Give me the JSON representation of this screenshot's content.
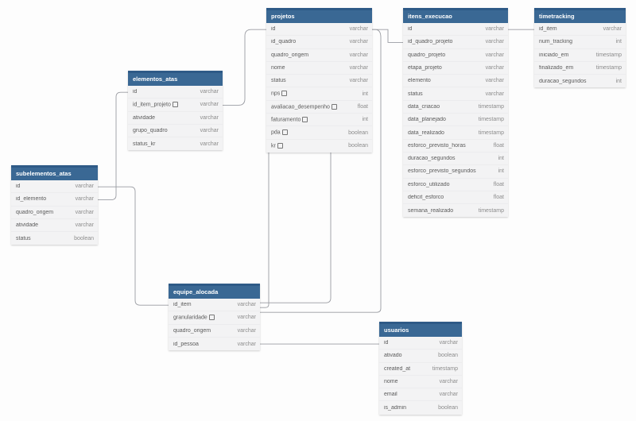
{
  "tables": [
    {
      "name": "projetos",
      "columns": [
        {
          "name": "id",
          "type": "varchar",
          "note": false
        },
        {
          "name": "id_quadro",
          "type": "varchar",
          "note": false
        },
        {
          "name": "quadro_origem",
          "type": "varchar",
          "note": false
        },
        {
          "name": "nome",
          "type": "varchar",
          "note": false
        },
        {
          "name": "status",
          "type": "varchar",
          "note": false
        },
        {
          "name": "nps",
          "type": "int",
          "note": true
        },
        {
          "name": "avaliacao_desempenho",
          "type": "float",
          "note": true
        },
        {
          "name": "faturamento",
          "type": "int",
          "note": true
        },
        {
          "name": "pda",
          "type": "boolean",
          "note": true
        },
        {
          "name": "kr",
          "type": "boolean",
          "note": true
        }
      ]
    },
    {
      "name": "itens_execucao",
      "columns": [
        {
          "name": "id",
          "type": "varchar",
          "note": false
        },
        {
          "name": "id_quadro_projeto",
          "type": "varchar",
          "note": false
        },
        {
          "name": "quadro_projeto",
          "type": "varchar",
          "note": false
        },
        {
          "name": "etapa_projeto",
          "type": "varchar",
          "note": false
        },
        {
          "name": "elemento",
          "type": "varchar",
          "note": false
        },
        {
          "name": "status",
          "type": "varchar",
          "note": false
        },
        {
          "name": "data_criacao",
          "type": "timestamp",
          "note": false
        },
        {
          "name": "data_planejado",
          "type": "timestamp",
          "note": false
        },
        {
          "name": "data_realizado",
          "type": "timestamp",
          "note": false
        },
        {
          "name": "esforco_previsto_horas",
          "type": "float",
          "note": false
        },
        {
          "name": "duracao_segundos",
          "type": "int",
          "note": false
        },
        {
          "name": "esforco_previsto_segundos",
          "type": "int",
          "note": false
        },
        {
          "name": "esforco_utilizado",
          "type": "float",
          "note": false
        },
        {
          "name": "deficit_esforco",
          "type": "float",
          "note": false
        },
        {
          "name": "semana_realizado",
          "type": "timestamp",
          "note": false
        }
      ]
    },
    {
      "name": "timetracking",
      "columns": [
        {
          "name": "id_item",
          "type": "varchar",
          "note": false
        },
        {
          "name": "num_tracking",
          "type": "int",
          "note": false
        },
        {
          "name": "iniciado_em",
          "type": "timestamp",
          "note": false
        },
        {
          "name": "finalizado_em",
          "type": "timestamp",
          "note": false
        },
        {
          "name": "duracao_segundos",
          "type": "int",
          "note": false
        }
      ]
    },
    {
      "name": "elementos_atas",
      "columns": [
        {
          "name": "id",
          "type": "varchar",
          "note": false
        },
        {
          "name": "id_item_projeto",
          "type": "varchar",
          "note": true
        },
        {
          "name": "atividade",
          "type": "varchar",
          "note": false
        },
        {
          "name": "grupo_quadro",
          "type": "varchar",
          "note": false
        },
        {
          "name": "status_kr",
          "type": "varchar",
          "note": false
        }
      ]
    },
    {
      "name": "subelementos_atas",
      "columns": [
        {
          "name": "id",
          "type": "varchar",
          "note": false
        },
        {
          "name": "id_elemento",
          "type": "varchar",
          "note": false
        },
        {
          "name": "quadro_origem",
          "type": "varchar",
          "note": false
        },
        {
          "name": "atividade",
          "type": "varchar",
          "note": false
        },
        {
          "name": "status",
          "type": "boolean",
          "note": false
        }
      ]
    },
    {
      "name": "equipe_alocada",
      "columns": [
        {
          "name": "id_item",
          "type": "varchar",
          "note": false
        },
        {
          "name": "granularidade",
          "type": "varchar",
          "note": true
        },
        {
          "name": "quadro_origem",
          "type": "varchar",
          "note": false
        },
        {
          "name": "id_pessoa",
          "type": "varchar",
          "note": false
        }
      ]
    },
    {
      "name": "usuarios",
      "columns": [
        {
          "name": "id",
          "type": "varchar",
          "note": false
        },
        {
          "name": "ativado",
          "type": "boolean",
          "note": false
        },
        {
          "name": "created_at",
          "type": "timestamp",
          "note": false
        },
        {
          "name": "nome",
          "type": "varchar",
          "note": false
        },
        {
          "name": "email",
          "type": "varchar",
          "note": false
        },
        {
          "name": "is_admin",
          "type": "boolean",
          "note": false
        }
      ]
    }
  ],
  "relations": [
    {
      "from": "timetracking.id_item",
      "to": "itens_execucao.id"
    },
    {
      "from": "itens_execucao.id_quadro_projeto",
      "to": "projetos.id"
    },
    {
      "from": "elementos_atas.id_item_projeto",
      "to": "projetos.id"
    },
    {
      "from": "subelementos_atas.id_elemento",
      "to": "elementos_atas.id"
    },
    {
      "from": "equipe_alocada.id_item",
      "to": "subelementos_atas.id"
    },
    {
      "from": "equipe_alocada.id_item",
      "to": "projetos.id"
    },
    {
      "from": "equipe_alocada.id_item",
      "to": "itens_execucao.id"
    },
    {
      "from": "equipe_alocada.id_pessoa",
      "to": "usuarios.id"
    }
  ],
  "colors": {
    "header": "#3a6894",
    "line": "#9a9ca2"
  }
}
